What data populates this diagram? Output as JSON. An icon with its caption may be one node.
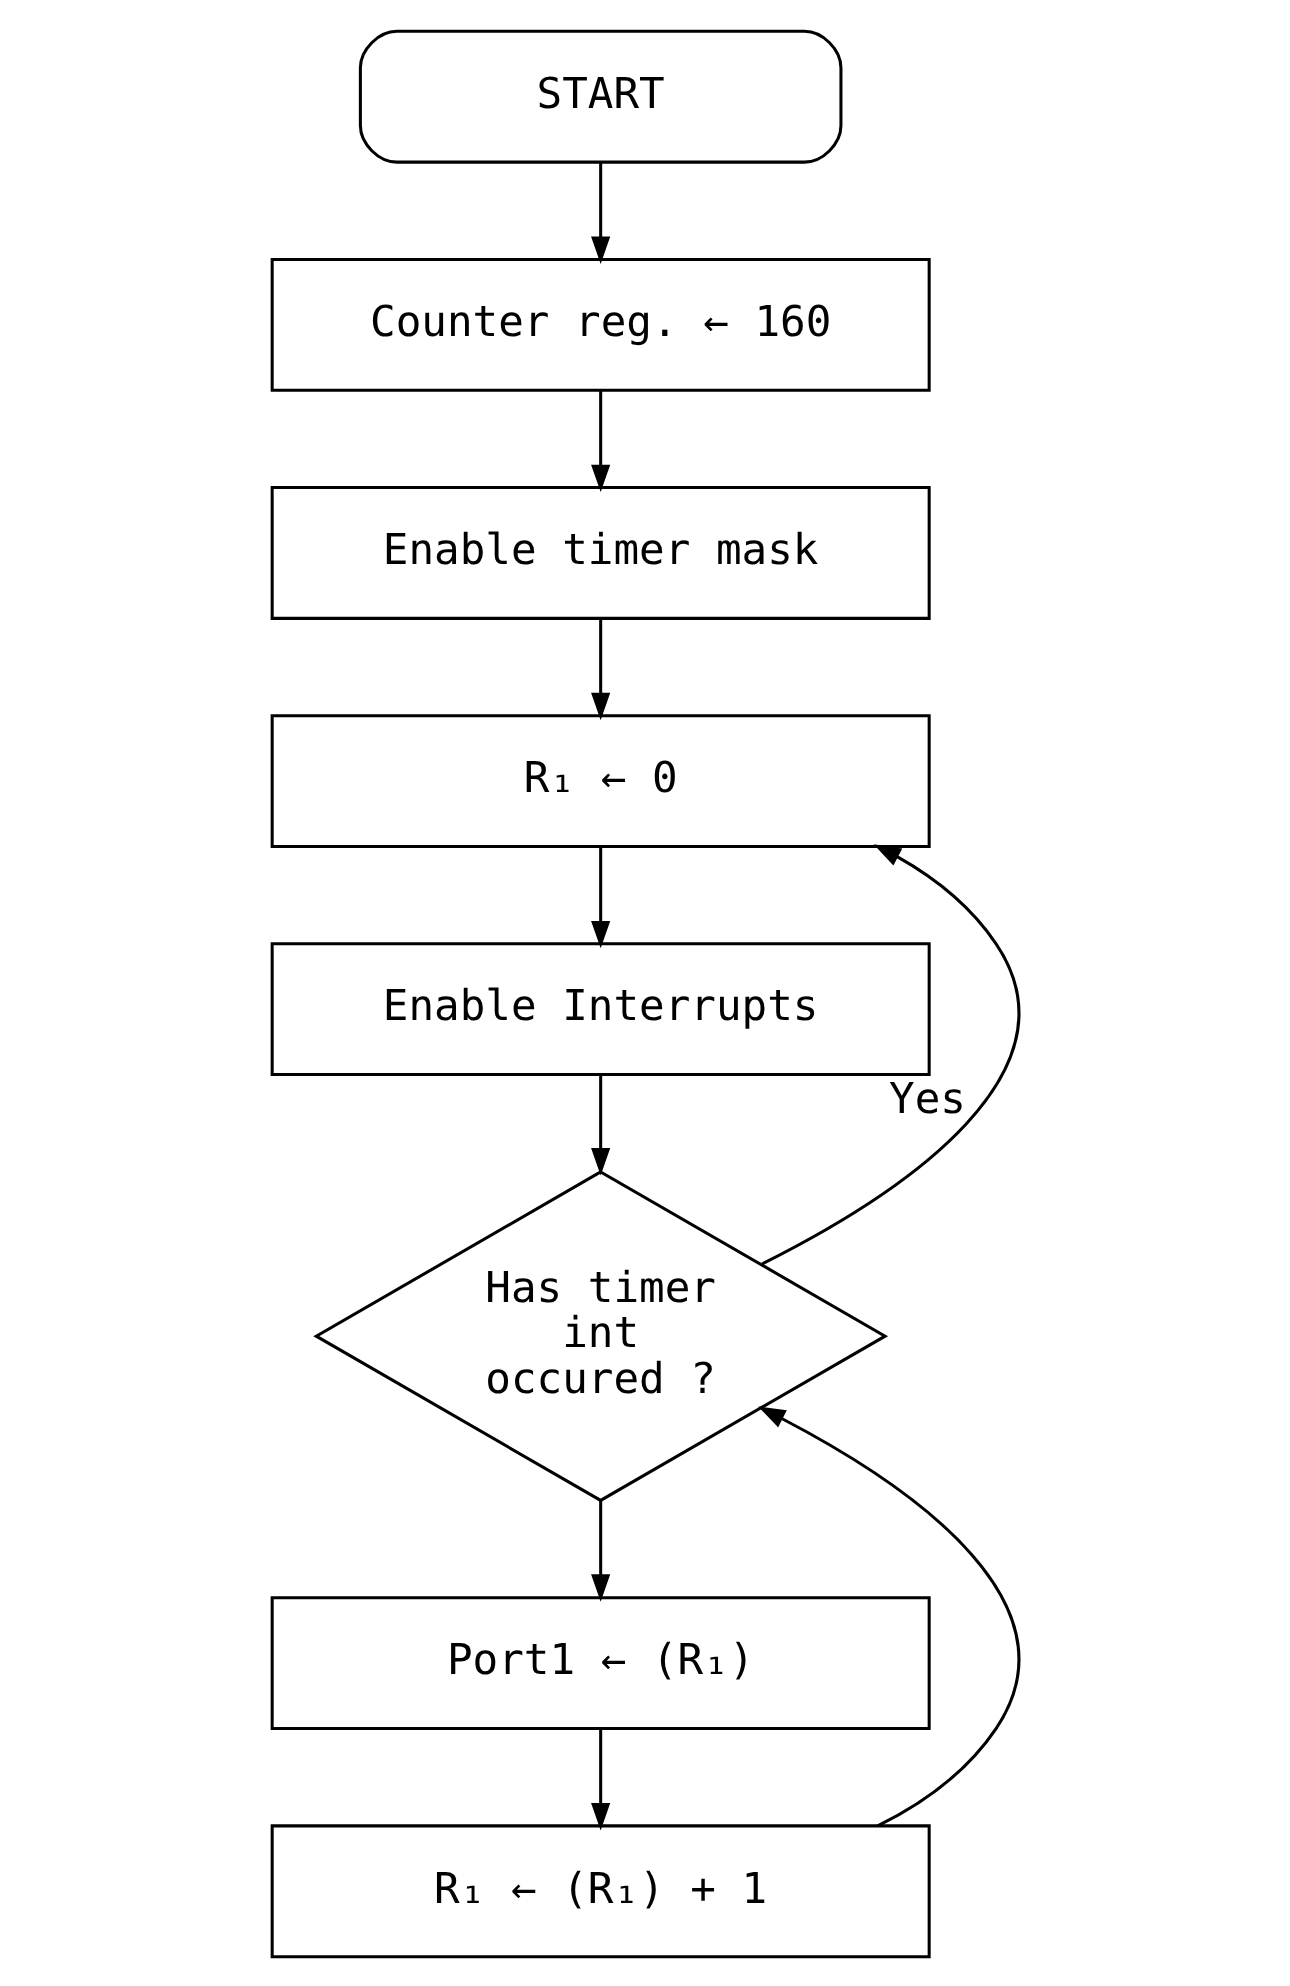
{
  "diagram": {
    "nodes": [
      {
        "text": [
          "START"
        ]
      },
      {
        "text": [
          "Counter reg. ← 160"
        ]
      },
      {
        "text": [
          "Enable timer mask"
        ]
      },
      {
        "text": [
          "R₁ ← 0"
        ]
      },
      {
        "text": [
          "Enable Interrupts"
        ]
      },
      {
        "text": [
          "Has timer int occured ?"
        ]
      },
      {
        "text": [
          "Port1 ← (R₁)"
        ]
      },
      {
        "text": [
          "R₁ ← (R₁) + 1"
        ]
      }
    ],
    "edges": [
      {
        "from": 0,
        "to": 1,
        "arrow": "to"
      },
      {
        "from": 1,
        "to": 2,
        "arrow": "to"
      },
      {
        "from": 2,
        "to": 3,
        "arrow": "to"
      },
      {
        "from": 3,
        "to": 4,
        "arrow": "to"
      },
      {
        "from": 4,
        "to": 5,
        "arrow": "to"
      },
      {
        "from": 5,
        "to": 3,
        "arrow": "to",
        "label": "Yes"
      },
      {
        "from": 5,
        "to": 6,
        "arrow": "to"
      },
      {
        "from": 6,
        "to": 7,
        "arrow": "to"
      },
      {
        "from": 7,
        "to": 5,
        "arrow": "to"
      }
    ]
  }
}
